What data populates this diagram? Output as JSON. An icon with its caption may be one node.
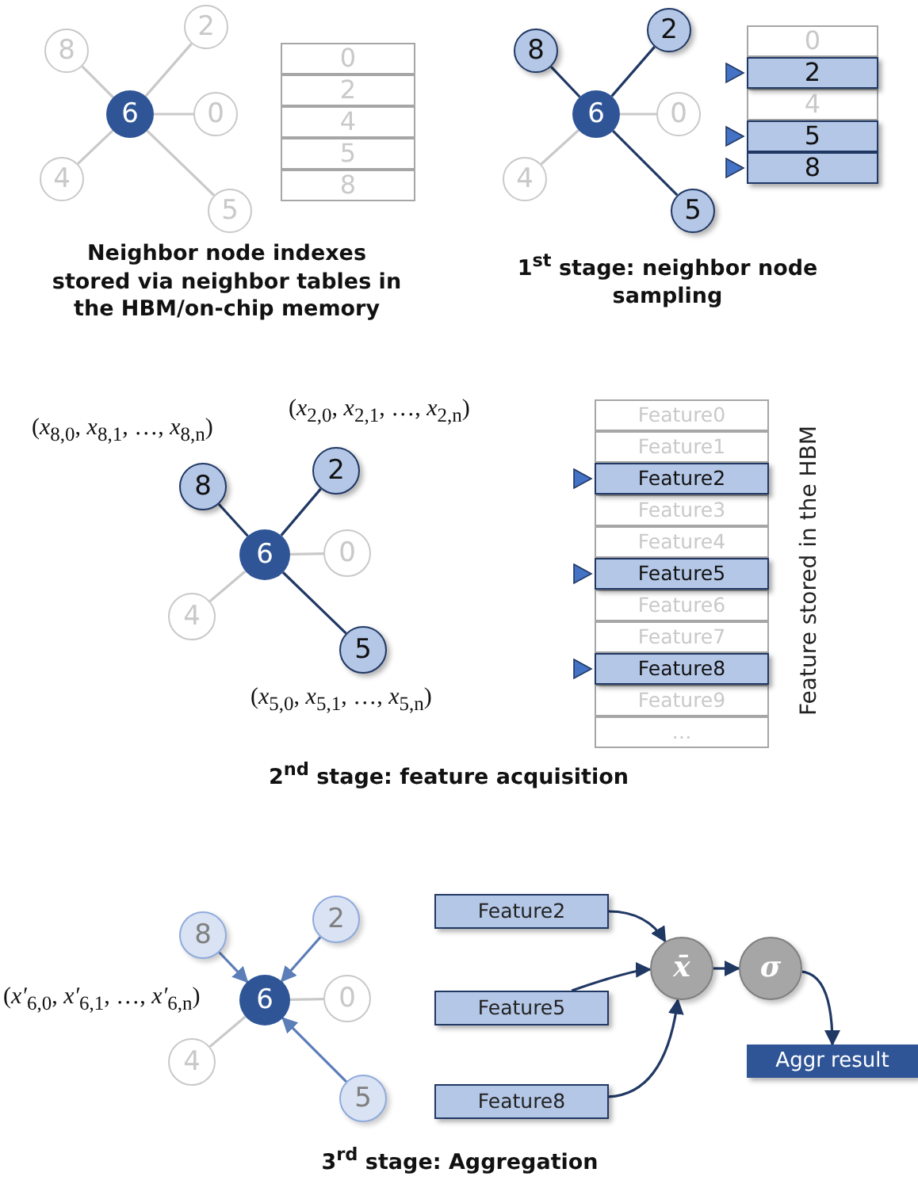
{
  "diagram": {
    "nodes": [
      {
        "text": [
          "8"
        ]
      },
      {
        "text": [
          "2"
        ]
      },
      {
        "text": [
          "6"
        ]
      },
      {
        "text": [
          "0"
        ]
      },
      {
        "text": [
          "4"
        ]
      },
      {
        "text": [
          "5"
        ]
      },
      {
        "text": [
          "0"
        ]
      },
      {
        "text": [
          "2"
        ]
      },
      {
        "text": [
          "4"
        ]
      },
      {
        "text": [
          "5"
        ]
      },
      {
        "text": [
          "8"
        ]
      },
      {
        "text": [
          "8"
        ]
      },
      {
        "text": [
          "2"
        ]
      },
      {
        "text": [
          "6"
        ]
      },
      {
        "text": [
          "0"
        ]
      },
      {
        "text": [
          "4"
        ]
      },
      {
        "text": [
          "5"
        ]
      },
      {
        "text": [
          "0"
        ]
      },
      {
        "text": [
          "2"
        ]
      },
      {
        "text": [
          "4"
        ]
      },
      {
        "text": [
          "5"
        ]
      },
      {
        "text": [
          "8"
        ]
      },
      {
        "text": [
          "8"
        ],
        "beside": [
          "(*x*$_{8,0}$, *x*$_{8,1}$, …, *x*$_{8,n}$)"
        ]
      },
      {
        "text": [
          "2"
        ],
        "beside": [
          "(*x*$_{2,0}$, *x*$_{2,1}$, …, *x*$_{2,n}$)"
        ]
      },
      {
        "text": [
          "6"
        ]
      },
      {
        "text": [
          "0"
        ]
      },
      {
        "text": [
          "4"
        ]
      },
      {
        "text": [
          "5"
        ],
        "beside": [
          "(*x*$_{5,0}$, *x*$_{5,1}$, …, *x*$_{5,n}$)"
        ]
      },
      {
        "text": [
          "Feature0"
        ]
      },
      {
        "text": [
          "Feature1"
        ]
      },
      {
        "text": [
          "Feature2"
        ]
      },
      {
        "text": [
          "Feature3"
        ]
      },
      {
        "text": [
          "Feature4"
        ]
      },
      {
        "text": [
          "Feature5"
        ]
      },
      {
        "text": [
          "Feature6"
        ]
      },
      {
        "text": [
          "Feature7"
        ]
      },
      {
        "text": [
          "Feature8"
        ]
      },
      {
        "text": [
          "Feature9"
        ]
      },
      {
        "text": [
          "…"
        ]
      },
      {
        "text": [
          "8"
        ]
      },
      {
        "text": [
          "2"
        ]
      },
      {
        "text": [
          "6"
        ],
        "beside": [
          "(*x′*$_{6,0}$, *x′*$_{6,1}$, …, *x′*$_{6,n}$)"
        ]
      },
      {
        "text": [
          "0"
        ]
      },
      {
        "text": [
          "4"
        ]
      },
      {
        "text": [
          "5"
        ]
      },
      {
        "text": [
          "Feature2"
        ]
      },
      {
        "text": [
          "Feature5"
        ]
      },
      {
        "text": [
          "Feature8"
        ]
      },
      {
        "text": [
          "x̄"
        ]
      },
      {
        "text": [
          "σ"
        ]
      },
      {
        "text": [
          "Aggr result"
        ]
      }
    ],
    "edges": [
      {
        "from": 2,
        "to": 0,
        "arrow": "none",
        "color": "#c9c9c9"
      },
      {
        "from": 2,
        "to": 1,
        "arrow": "none",
        "color": "#c9c9c9"
      },
      {
        "from": 2,
        "to": 3,
        "arrow": "none",
        "color": "#c9c9c9"
      },
      {
        "from": 2,
        "to": 4,
        "arrow": "none",
        "color": "#c9c9c9"
      },
      {
        "from": 2,
        "to": 5,
        "arrow": "none",
        "color": "#c9c9c9"
      },
      {
        "from": 13,
        "to": 11,
        "arrow": "none",
        "color": "#203864"
      },
      {
        "from": 13,
        "to": 12,
        "arrow": "none",
        "color": "#203864"
      },
      {
        "from": 13,
        "to": 14,
        "arrow": "none",
        "color": "#c9c9c9"
      },
      {
        "from": 13,
        "to": 15,
        "arrow": "none",
        "color": "#c9c9c9"
      },
      {
        "from": 13,
        "to": 16,
        "arrow": "none",
        "color": "#203864"
      },
      {
        "from": 24,
        "to": 22,
        "arrow": "none",
        "color": "#203864"
      },
      {
        "from": 24,
        "to": 23,
        "arrow": "none",
        "color": "#203864"
      },
      {
        "from": 24,
        "to": 25,
        "arrow": "none",
        "color": "#c9c9c9"
      },
      {
        "from": 24,
        "to": 26,
        "arrow": "none",
        "color": "#c9c9c9"
      },
      {
        "from": 24,
        "to": 27,
        "arrow": "none",
        "color": "#203864"
      },
      {
        "from": 39,
        "to": 41,
        "arrow": "to",
        "color": "#5b7db8"
      },
      {
        "from": 40,
        "to": 41,
        "arrow": "to",
        "color": "#5b7db8"
      },
      {
        "from": 41,
        "to": 42,
        "arrow": "none",
        "color": "#c9c9c9"
      },
      {
        "from": 41,
        "to": 43,
        "arrow": "none",
        "color": "#c9c9c9"
      },
      {
        "from": 44,
        "to": 41,
        "arrow": "to",
        "color": "#5b7db8"
      },
      {
        "from": 45,
        "to": 48,
        "arrow": "to",
        "color": "#203864"
      },
      {
        "from": 46,
        "to": 48,
        "arrow": "to",
        "color": "#203864"
      },
      {
        "from": 47,
        "to": 48,
        "arrow": "to",
        "color": "#203864"
      },
      {
        "from": 48,
        "to": 49,
        "arrow": "to",
        "color": "#203864"
      },
      {
        "from": 49,
        "to": 50,
        "arrow": "to",
        "color": "#203864"
      }
    ],
    "labels": [
      "Neighbor node indexes stored via neighbor tables in the HBM/on-chip memory",
      "1$^{st}$ stage: neighbor node sampling",
      "Feature stored in the HBM",
      "2$^{nd}$ stage: feature acquisition",
      "3$^{rd}$ stage: Aggregation"
    ]
  }
}
